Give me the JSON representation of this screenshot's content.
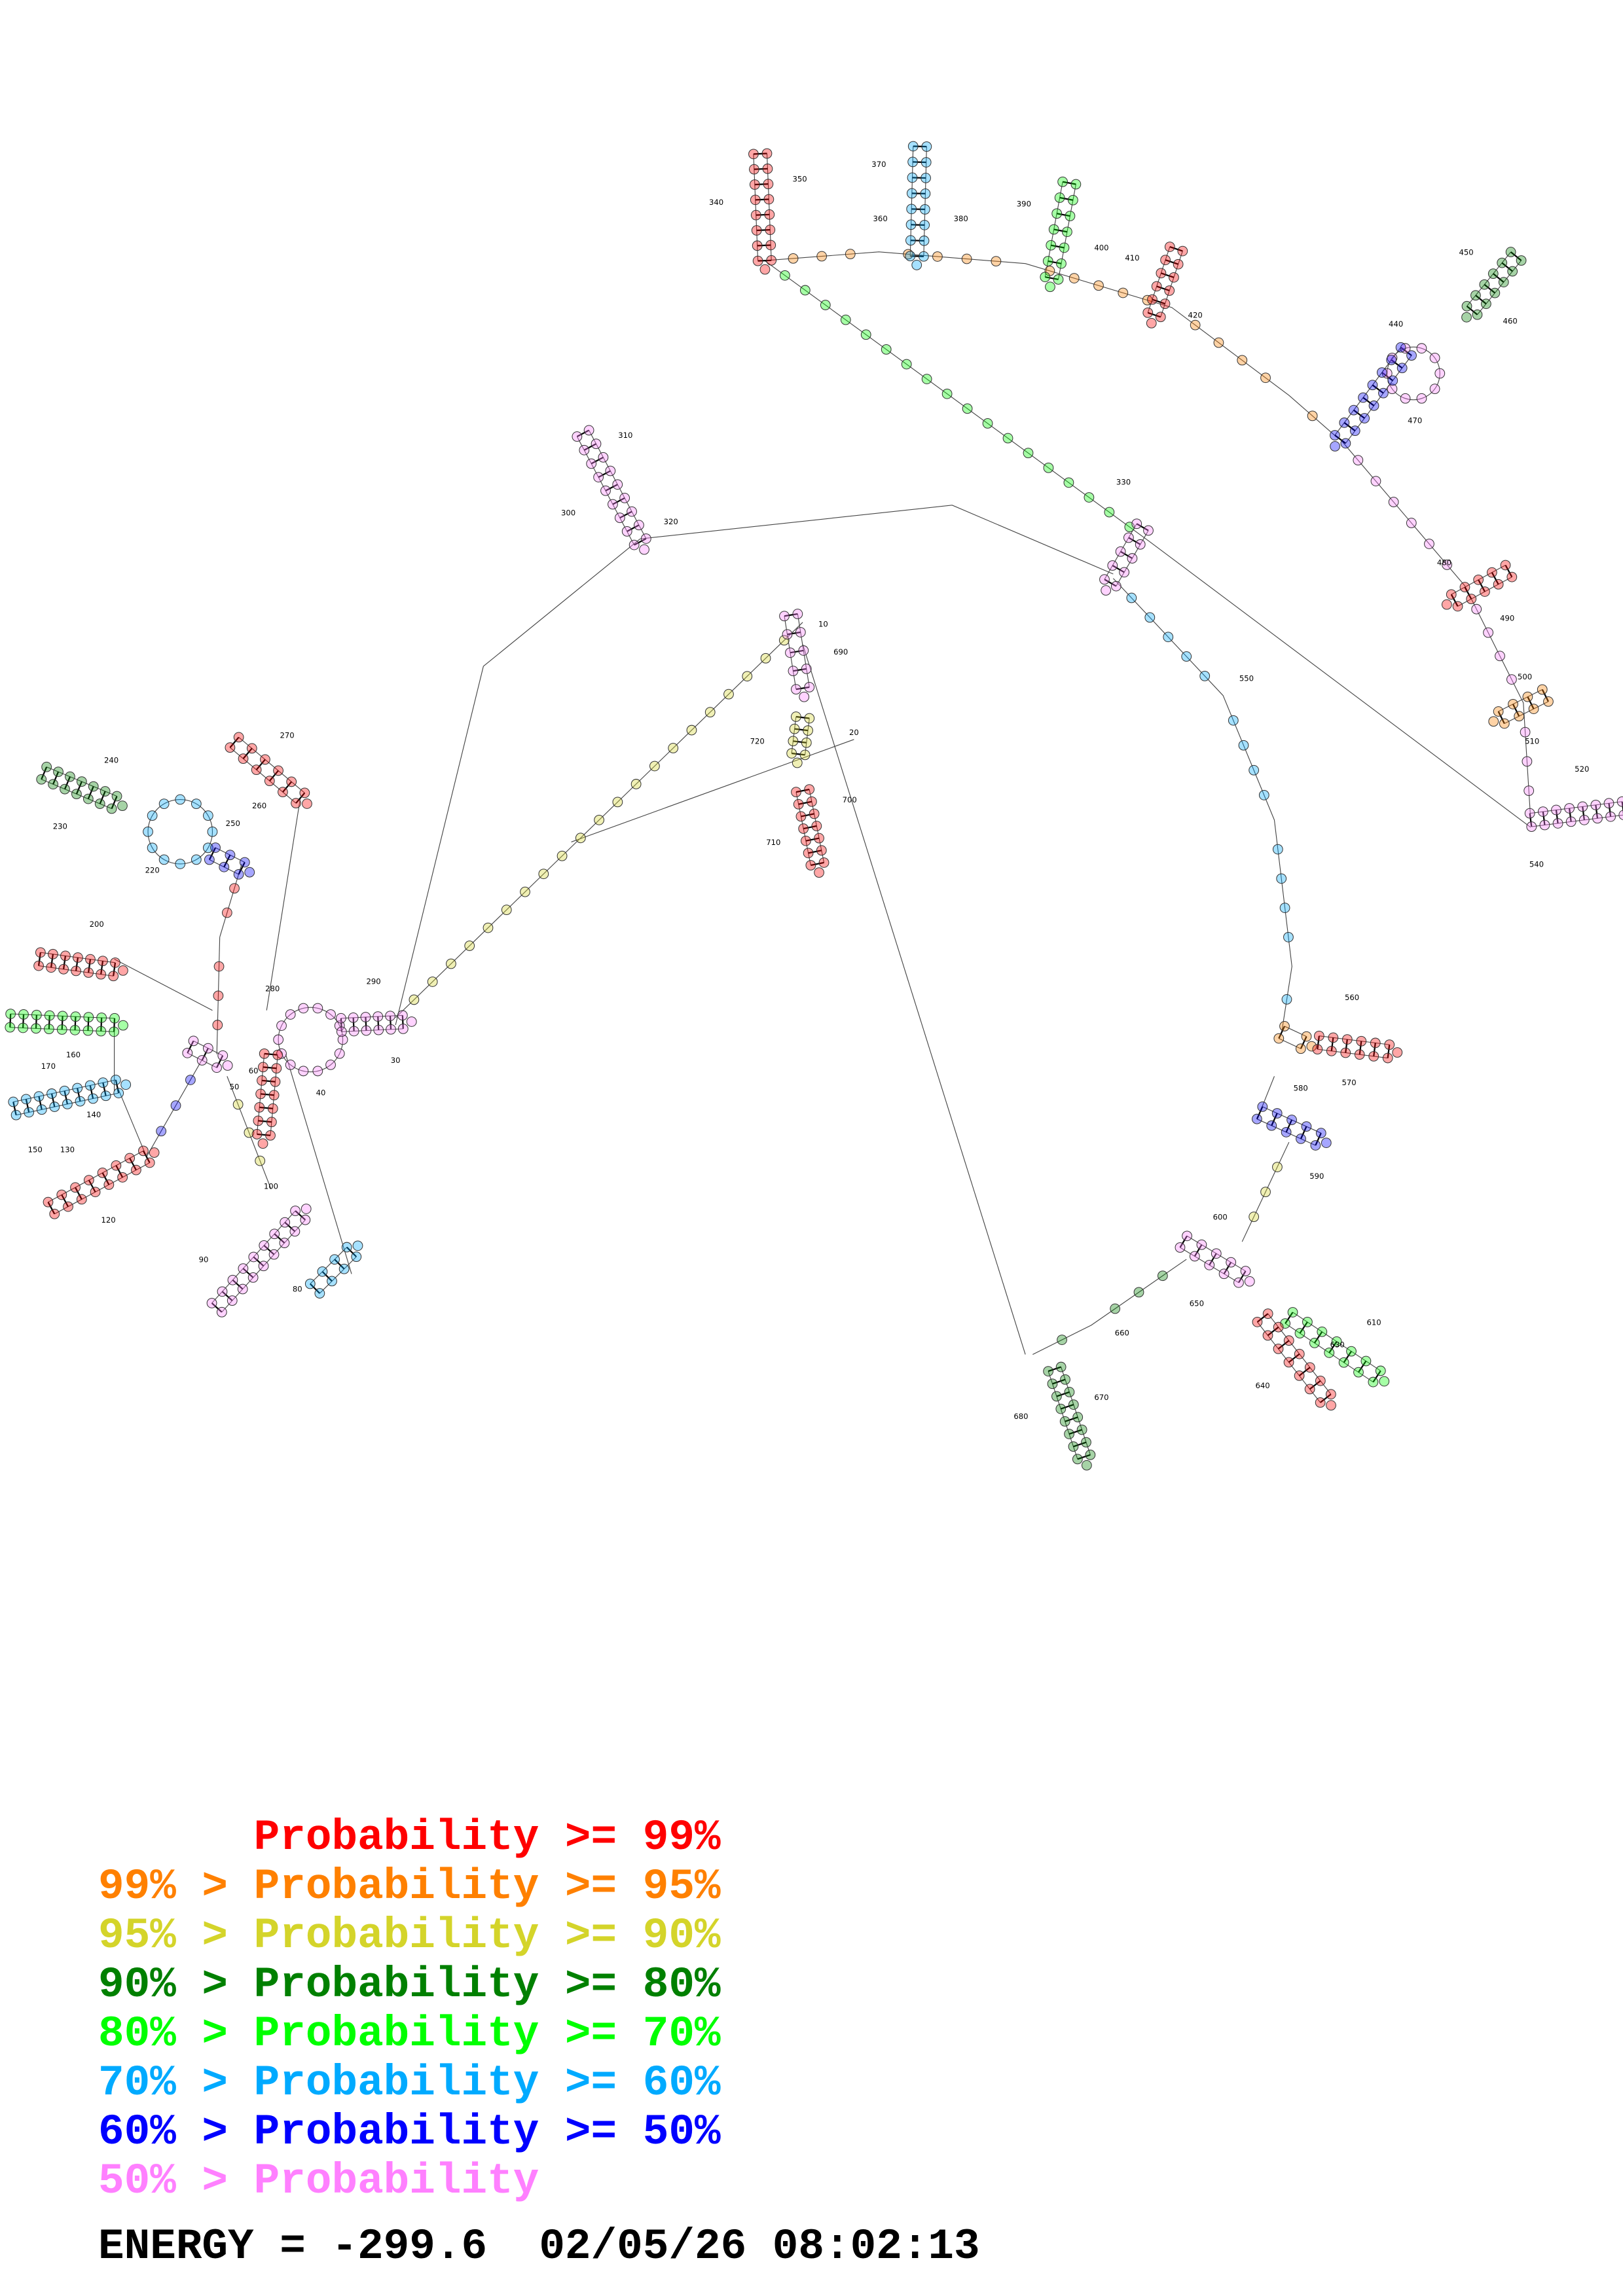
{
  "colors": {
    "r": "#ff0000",
    "o": "#ff8000",
    "y": "#d4d42a",
    "dg": "#008000",
    "g": "#00ff00",
    "b": "#00aaff",
    "db": "#0000ff",
    "p": "#ff80ff"
  },
  "number_labels": [
    "10",
    "20",
    "30",
    "40",
    "50",
    "60",
    "80",
    "90",
    "100",
    "120",
    "130",
    "140",
    "150",
    "160",
    "170",
    "200",
    "220",
    "230",
    "240",
    "250",
    "260",
    "270",
    "280",
    "290",
    "300",
    "310",
    "320",
    "330",
    "340",
    "350",
    "360",
    "370",
    "380",
    "390",
    "400",
    "410",
    "420",
    "440",
    "450",
    "460",
    "470",
    "480",
    "490",
    "500",
    "510",
    "520",
    "540",
    "550",
    "560",
    "570",
    "580",
    "590",
    "600",
    "610",
    "630",
    "640",
    "650",
    "660",
    "670",
    "680",
    "690",
    "700",
    "710",
    "720"
  ],
  "legend": [
    {
      "prefix": "      ",
      "main": "Probability",
      "suffix": " >= 99%",
      "color": "#ff0000"
    },
    {
      "prefix": "99% > ",
      "main": "Probability",
      "suffix": " >= 95%",
      "color": "#ff8000"
    },
    {
      "prefix": "95% > ",
      "main": "Probability",
      "suffix": " >= 90%",
      "color": "#d4d42a"
    },
    {
      "prefix": "90% > ",
      "main": "Probability",
      "suffix": " >= 80%",
      "color": "#008000"
    },
    {
      "prefix": "80% > ",
      "main": "Probability",
      "suffix": " >= 70%",
      "color": "#00ff00"
    },
    {
      "prefix": "70% > ",
      "main": "Probability",
      "suffix": " >= 60%",
      "color": "#00aaff"
    },
    {
      "prefix": "60% > ",
      "main": "Probability",
      "suffix": " >= 50%",
      "color": "#0000ff"
    },
    {
      "prefix": "50% > ",
      "main": "Probability",
      "suffix": "",
      "color": "#ff80ff"
    }
  ],
  "energy": {
    "label": "ENERGY = -299.6",
    "timestamp": "02/05/26 08:02:13"
  }
}
